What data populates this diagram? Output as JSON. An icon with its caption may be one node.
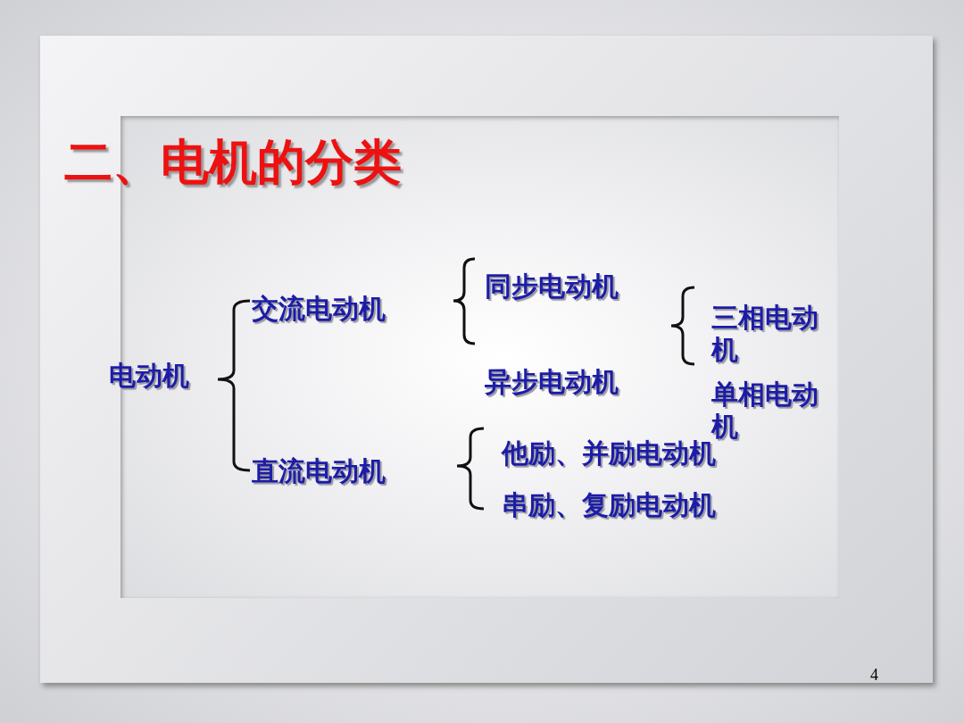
{
  "diagram": {
    "title": "二、电机的分类",
    "labels": [
      "同步电动机",
      "交流电动机",
      "三相电动机",
      "电动机",
      "异步电动机",
      "单相电动机",
      "他励、并励电动机",
      "直流电动机",
      "串励、复励电动机",
      "4"
    ]
  }
}
